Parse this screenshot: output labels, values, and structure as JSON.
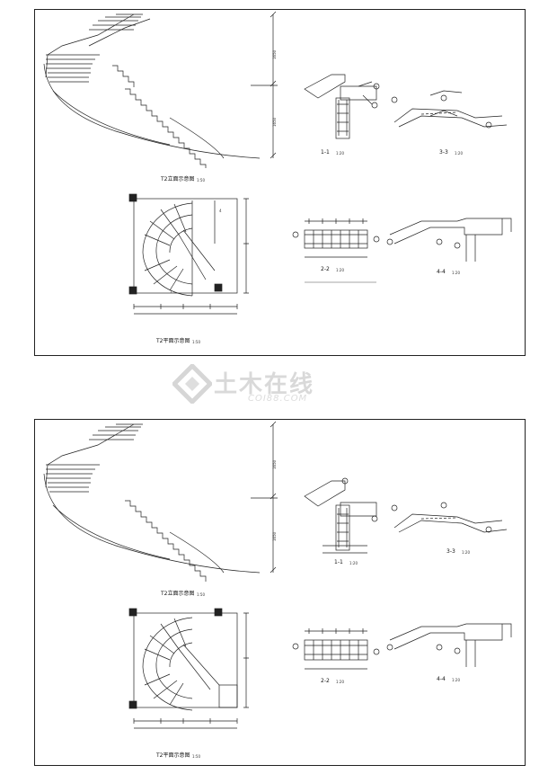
{
  "sheets": [
    {
      "elevation_title": "T2立面示意图",
      "elevation_scale": "1:50",
      "plan_title": "T2平面示意图",
      "plan_scale": "1:50",
      "section_1": "1-1",
      "section_2": "2-2",
      "section_3": "3-3",
      "section_4": "4-4",
      "scale_small": "1:20"
    },
    {
      "elevation_title": "T2立面示意图",
      "elevation_scale": "1:50",
      "plan_title": "T2平面示意图",
      "plan_scale": "1:50",
      "section_1": "1-1",
      "section_2": "2-2",
      "section_3": "3-3",
      "section_4": "4-4",
      "scale_small": "1:20"
    }
  ],
  "watermark": {
    "brand": "土木在线",
    "domain": "COI88.COM"
  }
}
